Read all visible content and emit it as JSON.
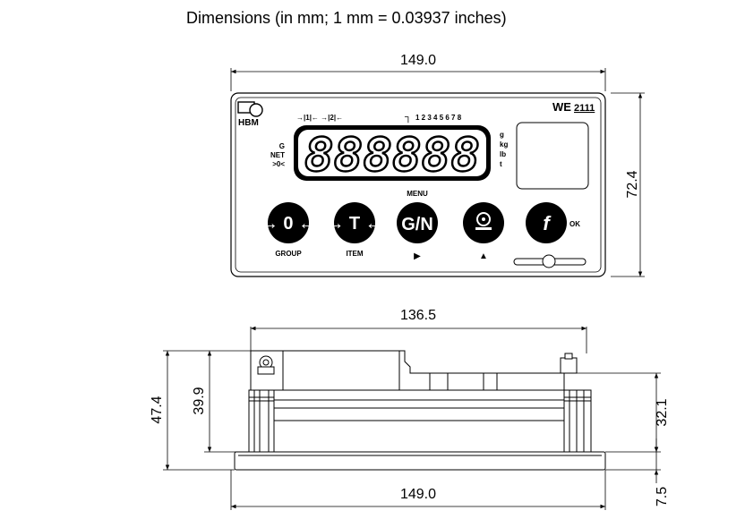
{
  "caption": "Dimensions (in mm; 1 mm = 0.03937 inches)",
  "dimensions": {
    "front_width": "149.0",
    "front_height": "72.4",
    "side_inner_width": "136.5",
    "side_total_height": "47.4",
    "side_body_height": "39.9",
    "side_right_height": "32.1",
    "front_plate_thickness": "7.5",
    "side_bottom_width": "149.0"
  },
  "panel": {
    "brand": "HBM",
    "model_prefix": "WE",
    "model_number": "2111",
    "channel_marks": "→|1|← →|2|←",
    "limit_symbol": "┐",
    "limit_numbers": "1 2 3 4 5 6 7 8",
    "display_digits": "888888",
    "left_indicators": [
      "G",
      "NET",
      ">0<"
    ],
    "unit_labels": [
      "g",
      "kg",
      "lb",
      "t"
    ],
    "menu_label": "MENU",
    "buttons": [
      {
        "symbol": "→ 0 ←",
        "label": "GROUP"
      },
      {
        "symbol": "→ T ←",
        "label": "ITEM"
      },
      {
        "symbol": "G/N",
        "label": "▶"
      },
      {
        "symbol": "print-icon",
        "label": "▲"
      },
      {
        "symbol": "f",
        "label": "OK"
      }
    ]
  }
}
